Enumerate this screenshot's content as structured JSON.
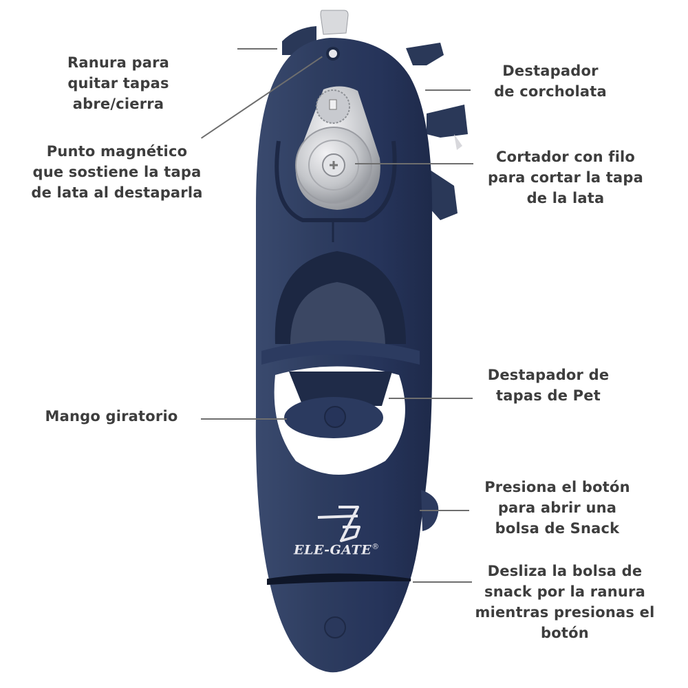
{
  "product": {
    "brand_name": "ELE-GATE",
    "brand_mark": "®",
    "body_color": "#2b3a5c",
    "metal_color": "#c9cbcf"
  },
  "callouts": [
    {
      "id": "ranura",
      "lines": [
        "Ranura para",
        "quitar tapas",
        "abre/cierra"
      ]
    },
    {
      "id": "magnetico",
      "lines": [
        "Punto magnético",
        "que sostiene la tapa",
        "de lata al destaparla"
      ]
    },
    {
      "id": "corcholata",
      "lines": [
        "Destapador",
        "de corcholata"
      ]
    },
    {
      "id": "cortador",
      "lines": [
        "Cortador con filo",
        "para cortar la tapa",
        "de la lata"
      ]
    },
    {
      "id": "pet",
      "lines": [
        "Destapador de",
        "tapas de Pet"
      ]
    },
    {
      "id": "mango",
      "lines": [
        "Mango giratorio"
      ]
    },
    {
      "id": "boton",
      "lines": [
        "Presiona el botón",
        "para abrir una",
        "bolsa de Snack"
      ]
    },
    {
      "id": "desliza",
      "lines": [
        "Desliza la bolsa de",
        "snack por la ranura",
        "mientras presionas el",
        "botón"
      ]
    }
  ]
}
